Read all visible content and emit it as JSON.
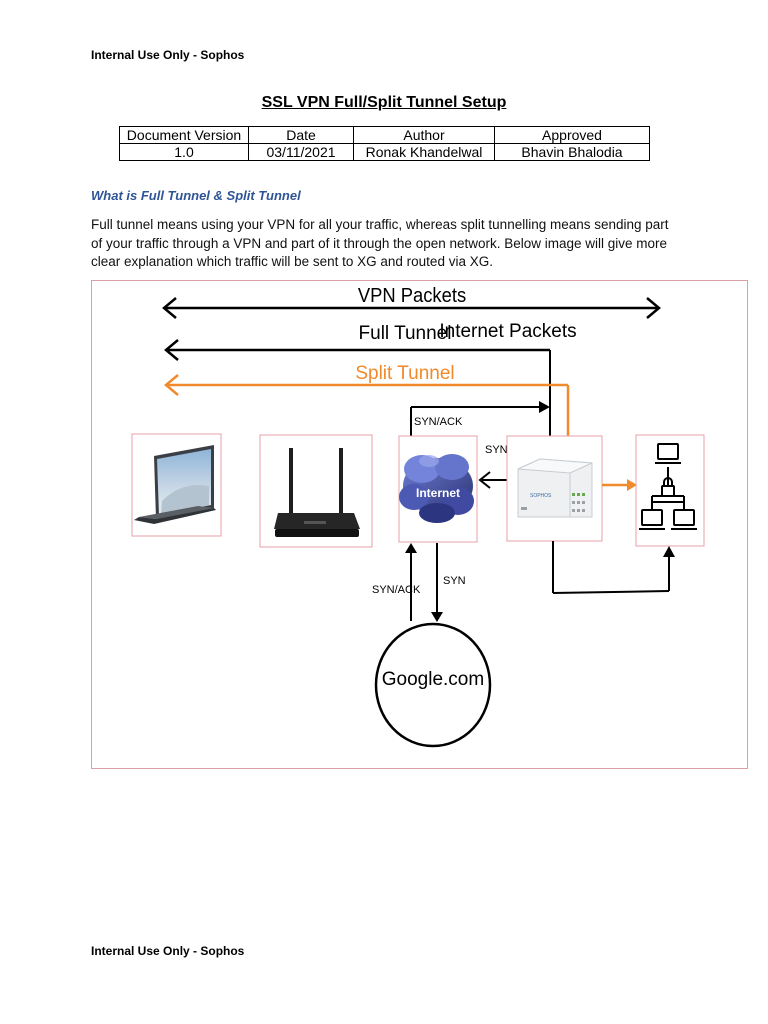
{
  "header": {
    "text": "Internal Use Only - Sophos"
  },
  "footer": {
    "text": "Internal Use Only - Sophos"
  },
  "title": "SSL VPN Full/Split Tunnel Setup",
  "meta_table": {
    "headers": [
      "Document Version",
      "Date",
      "Author",
      "Approved"
    ],
    "row": [
      "1.0",
      "03/11/2021",
      "Ronak Khandelwal",
      "Bhavin Bhalodia"
    ]
  },
  "section": {
    "heading": "What is Full Tunnel & Split Tunnel",
    "paragraph": "Full tunnel means using your VPN for all your traffic, whereas split tunnelling means sending part of your traffic through a VPN and part of it through the open network. Below image will give more clear explanation which traffic will be sent to XG and routed via XG."
  },
  "diagram": {
    "vpn_packets": "VPN Packets",
    "full_tunnel": "Full Tunnel",
    "internet_packets": "Internet Packets",
    "split_tunnel": "Split Tunnel",
    "syn_ack_top": "SYN/ACK",
    "syn_right": "SYN",
    "internet": "Internet",
    "syn_ack_bottom": "SYN/ACK",
    "syn_bottom": "SYN",
    "google": "Google.com",
    "firewall_brand": "SOPHOS",
    "colors": {
      "split": "#f08a2c",
      "border": "#e8a0a8"
    },
    "icons": [
      "laptop-icon",
      "router-icon",
      "cloud-icon",
      "firewall-icon",
      "network-icon"
    ]
  }
}
